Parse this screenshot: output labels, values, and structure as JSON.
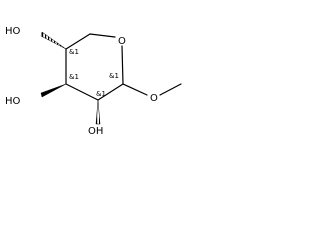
{
  "molecule": {
    "atoms": {
      "ring_oxygen": "O",
      "hydroxyl_top": "HO",
      "hydroxyl_left": "HO",
      "hydroxyl_bottom": "OH",
      "ether_oxygen": "O"
    },
    "stereo_labels": {
      "c4": "&1",
      "c3": "&1",
      "c2": "&1",
      "c1": "&1"
    }
  }
}
